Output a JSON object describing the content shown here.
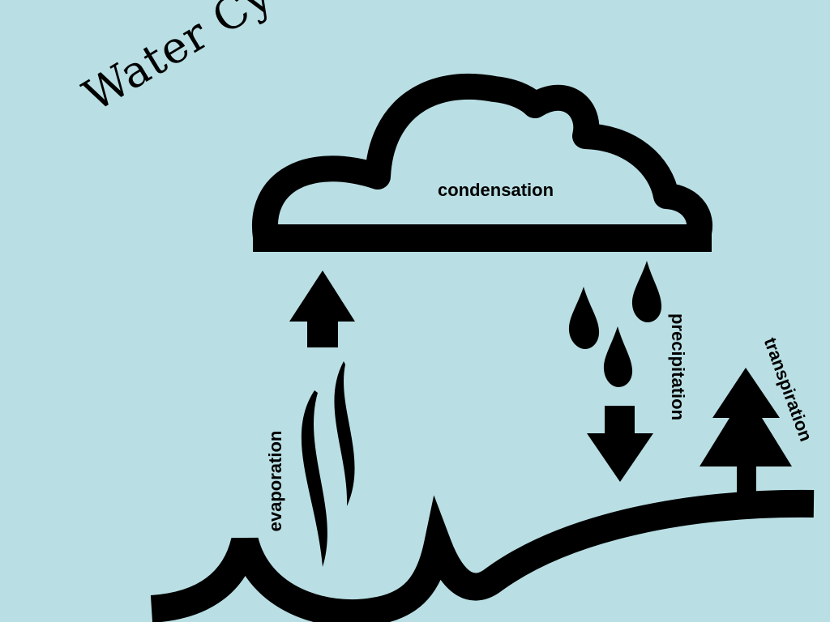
{
  "title": "Water Cycle",
  "labels": {
    "condensation": "condensation",
    "evaporation": "evaporation",
    "precipitation": "precipitation",
    "transpiration": "transpiration"
  },
  "colors": {
    "background": "#b9dfe4",
    "ink": "#000000"
  },
  "icons": [
    "cloud-icon",
    "up-arrow-icon",
    "steam-icon",
    "raindrop-icon",
    "down-arrow-icon",
    "tree-icon",
    "wave-ground-icon"
  ]
}
